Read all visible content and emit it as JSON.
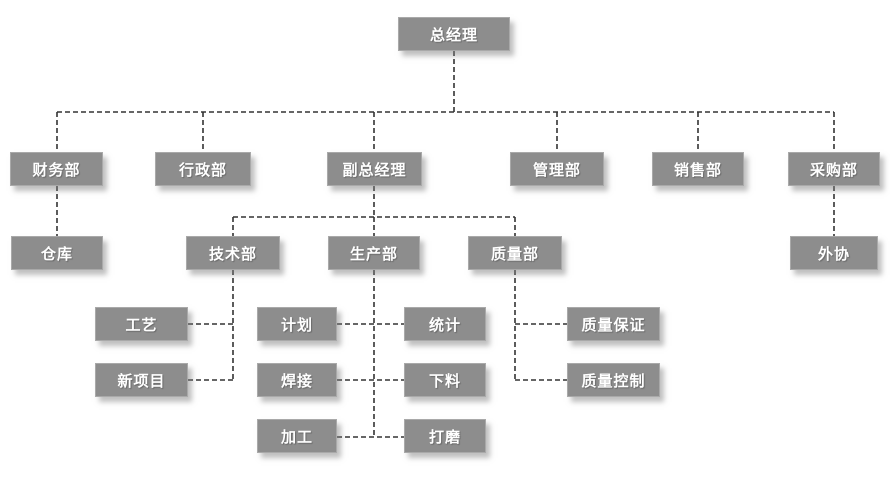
{
  "diagram": {
    "type": "org-chart"
  },
  "colors": {
    "node_fill": "#8d8d8d",
    "node_border": "#a9a9a9",
    "node_text": "#ffffff",
    "connector": "#333333",
    "background": "#ffffff"
  },
  "nodes": {
    "gm": {
      "label": "总经理"
    },
    "finance": {
      "label": "财务部"
    },
    "admin": {
      "label": "行政部"
    },
    "deputy_gm": {
      "label": "副总经理"
    },
    "management": {
      "label": "管理部"
    },
    "sales": {
      "label": "销售部"
    },
    "purchasing": {
      "label": "采购部"
    },
    "warehouse": {
      "label": "仓库"
    },
    "technology": {
      "label": "技术部"
    },
    "production": {
      "label": "生产部"
    },
    "quality": {
      "label": "质量部"
    },
    "outsourcing": {
      "label": "外协"
    },
    "process": {
      "label": "工艺"
    },
    "planning": {
      "label": "计划"
    },
    "statistics": {
      "label": "统计"
    },
    "qa": {
      "label": "质量保证"
    },
    "new_project": {
      "label": "新项目"
    },
    "welding": {
      "label": "焊接"
    },
    "blanking": {
      "label": "下料"
    },
    "qc": {
      "label": "质量控制"
    },
    "machining": {
      "label": "加工"
    },
    "polishing": {
      "label": "打磨"
    }
  },
  "structure": {
    "总经理": [
      "财务部",
      "行政部",
      "副总经理",
      "管理部",
      "销售部",
      "采购部"
    ],
    "财务部": [
      "仓库"
    ],
    "副总经理": [
      "技术部",
      "生产部",
      "质量部"
    ],
    "采购部": [
      "外协"
    ],
    "技术部": [
      "工艺",
      "新项目"
    ],
    "生产部": [
      "计划",
      "统计",
      "焊接",
      "下料",
      "加工",
      "打磨"
    ],
    "质量部": [
      "质量保证",
      "质量控制"
    ]
  }
}
